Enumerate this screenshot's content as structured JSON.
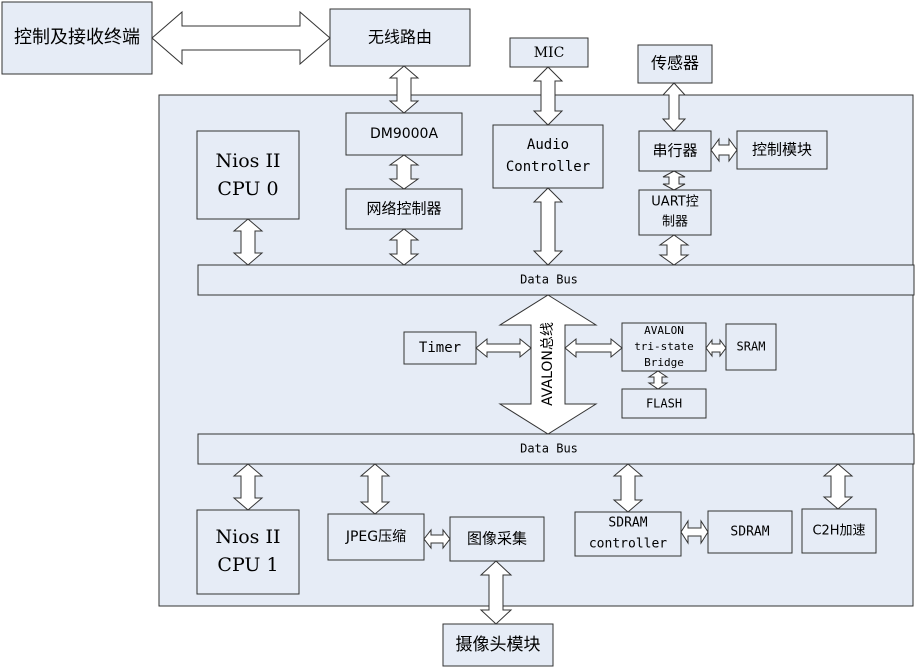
{
  "colors": {
    "box_fill": "#e6ecf6",
    "stroke": "#333333",
    "arrow_fill": "#ffffff",
    "background": "#ffffff"
  },
  "nodes": {
    "control_terminal": "控制及接收终端",
    "wireless_router": "无线路由",
    "mic": "MIC",
    "sensor": "传感器",
    "dm9000a": "DM9000A",
    "network_controller": "网络控制器",
    "nios_cpu0": {
      "line1": "Nios II",
      "line2": "CPU 0"
    },
    "audio_controller": {
      "line1": "Audio",
      "line2": "Controller"
    },
    "serializer": "串行器",
    "control_module": "控制模块",
    "uart_controller": {
      "line1": "UART控",
      "line2": "制器"
    },
    "data_bus_top": "Data Bus",
    "avalon_bus": "AVALON总线",
    "timer": "Timer",
    "avalon_bridge": {
      "line1": "AVALON",
      "line2": "tri-state",
      "line3": "Bridge"
    },
    "sram": "SRAM",
    "flash": "FLASH",
    "data_bus_bottom": "Data Bus",
    "nios_cpu1": {
      "line1": "Nios II",
      "line2": "CPU 1"
    },
    "jpeg": "JPEG压缩",
    "image_capture": "图像采集",
    "sdram_controller": {
      "line1": "SDRAM",
      "line2": "controller"
    },
    "sdram": "SDRAM",
    "c2h": "C2H加速",
    "camera_module": "摄像头模块"
  }
}
